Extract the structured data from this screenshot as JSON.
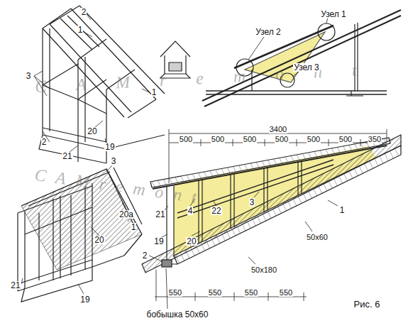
{
  "diagram": {
    "labels": [
      "2",
      "1",
      "3",
      "1",
      "20",
      "19",
      "2",
      "21",
      "C A M r e m o n t",
      "Узел 1",
      "Узел 2",
      "Узел 3",
      "C A M r e m o n t",
      "3400",
      "500",
      "500",
      "500",
      "500",
      "500",
      "500",
      "350",
      "4",
      "22",
      "3",
      "21",
      "1",
      "50x60",
      "19",
      "20",
      "50x180",
      "2",
      "550",
      "550",
      "550",
      "550",
      "бобышка 50x60",
      "Рис. 6",
      "3",
      "20а",
      "1",
      "20",
      "21",
      "19"
    ]
  }
}
